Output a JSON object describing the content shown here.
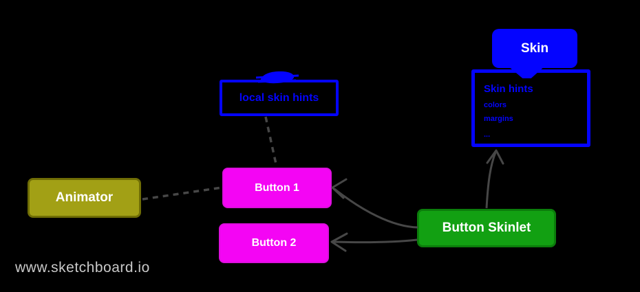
{
  "watermark": {
    "label": "www.sketchboard.io",
    "color": "#c9c9c9"
  },
  "palette": {
    "background": "#000000",
    "blue": "#0404ff",
    "edge_gray": "#474747"
  },
  "nodes": {
    "skin": {
      "label": "Skin",
      "fill": "#0404ff",
      "text_color": "#ffffff"
    },
    "skin_hints": {
      "title": "Skin hints",
      "items": [
        "colors",
        "margins",
        "..."
      ],
      "color": "#0404ff"
    },
    "local_skin_hints": {
      "label": "local skin hints",
      "color": "#0404ff"
    },
    "animator": {
      "label": "Animator",
      "fill": "#a2a015",
      "border": "#6f6d05",
      "text_color": "#ffffff"
    },
    "button_1": {
      "label": "Button 1",
      "fill": "#f405f4",
      "border": "#dd0fdd",
      "text_color": "#ffffff"
    },
    "button_2": {
      "label": "Button 2",
      "fill": "#f405f4",
      "border": "#dd0fdd",
      "text_color": "#ffffff"
    },
    "button_skinlet": {
      "label": "Button Skinlet",
      "fill": "#12a012",
      "border": "#0b7d0b",
      "text_color": "#ffffff"
    }
  },
  "edges": {
    "color": "#474747",
    "list": [
      {
        "from": "local-skin-hints",
        "to": "button-1",
        "style": "dashed",
        "arrow": "none"
      },
      {
        "from": "animator",
        "to": "button-1",
        "style": "dashed",
        "arrow": "none"
      },
      {
        "from": "button-skinlet",
        "to": "button-1",
        "style": "solid",
        "arrow": "open"
      },
      {
        "from": "button-skinlet",
        "to": "button-2",
        "style": "solid",
        "arrow": "open"
      },
      {
        "from": "button-skinlet",
        "to": "skin-hints",
        "style": "solid",
        "arrow": "open"
      }
    ]
  }
}
